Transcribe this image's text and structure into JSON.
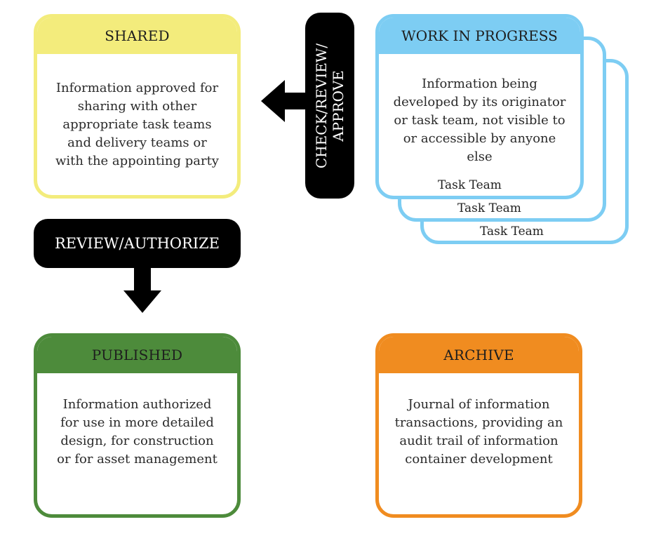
{
  "shared": {
    "title": "SHARED",
    "description": "Information approved for sharing with other appropriate task teams and delivery teams or with the appointing party",
    "color": "#f3ec7c"
  },
  "work_in_progress": {
    "title": "WORK IN PROGRESS",
    "description": "Information being developed by its originator or task team, not visible to or accessible by anyone else",
    "task_teams": [
      "Task Team",
      "Task Team",
      "Task Team"
    ],
    "color": "#7dcdf3"
  },
  "published": {
    "title": "PUBLISHED",
    "description": "Information authorized for use in more detailed design, for construction or for asset management",
    "color": "#4d8b3b"
  },
  "archive": {
    "title": "ARCHIVE",
    "description": "Journal of information transactions, providing an audit trail of information container development",
    "color": "#f08c20"
  },
  "transitions": {
    "check_review_approve": "CHECK/REVIEW/ APPROVE",
    "review_authorize": "REVIEW/AUTHORIZE"
  }
}
